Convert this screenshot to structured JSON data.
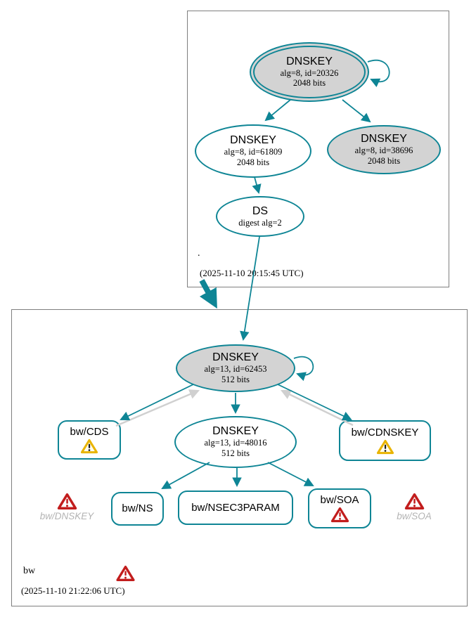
{
  "colors": {
    "secure_edge": "#0e8595",
    "return_edge_gray": "#d0d0d0",
    "key_node_fill": "#d3d3d3",
    "warning_icon": "#e9b400",
    "error_icon": "#c21d1d",
    "cluster_border": "#7f7f7f"
  },
  "root_zone": {
    "label": ".",
    "timestamp": "(2025-11-10 20:15:45 UTC)",
    "ksk": {
      "title": "DNSKEY",
      "detail1": "alg=8, id=20326",
      "detail2": "2048 bits"
    },
    "zsk": {
      "title": "DNSKEY",
      "detail1": "alg=8, id=61809",
      "detail2": "2048 bits"
    },
    "standby": {
      "title": "DNSKEY",
      "detail1": "alg=8, id=38696",
      "detail2": "2048 bits"
    },
    "ds": {
      "title": "DS",
      "detail1": "digest alg=2"
    }
  },
  "bw_zone": {
    "label": "bw",
    "timestamp": "(2025-11-10 21:22:06 UTC)",
    "ksk": {
      "title": "DNSKEY",
      "detail1": "alg=13, id=62453",
      "detail2": "512 bits"
    },
    "zsk": {
      "title": "DNSKEY",
      "detail1": "alg=13, id=48016",
      "detail2": "512 bits"
    },
    "cds": {
      "label": "bw/CDS"
    },
    "cdnskey": {
      "label": "bw/CDNSKEY"
    },
    "ns": {
      "label": "bw/NS"
    },
    "nsec3param": {
      "label": "bw/NSEC3PARAM"
    },
    "soa": {
      "label": "bw/SOA"
    },
    "missing_dnskey": {
      "label": "bw/DNSKEY"
    },
    "missing_soa": {
      "label": "bw/SOA"
    }
  }
}
